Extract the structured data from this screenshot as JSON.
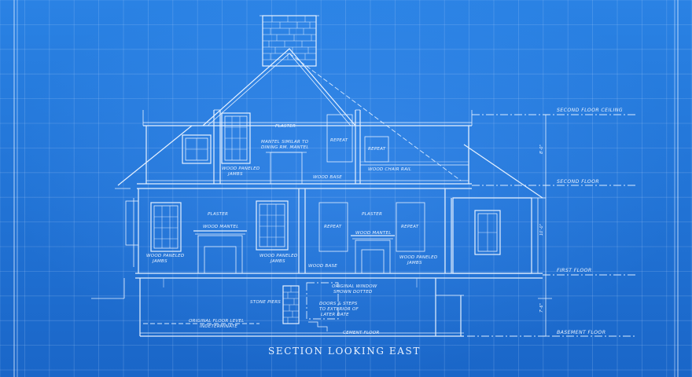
{
  "caption": "SECTION LOOKING EAST",
  "levels": {
    "second_floor_ceiling": "SECOND FLOOR CEILING",
    "second_floor": "SECOND FLOOR",
    "first_floor": "FIRST FLOOR",
    "basement_floor": "BASEMENT FLOOR"
  },
  "dimensions": {
    "upper": "8'-0\"",
    "middle": "10'-0\"",
    "lower": "7'-6\""
  },
  "notes": {
    "plaster_upper": "PLASTER",
    "mantel_similar_1": "MANTEL SIMILAR TO",
    "mantel_similar_2": "DINING RM. MANTEL",
    "repeat_upper": "REPEAT",
    "repeat_upper_small": "REPEAT",
    "wood_paneled_upper_1": "WOOD PANELED",
    "wood_paneled_upper_2": "JAMBS",
    "wood_base_upper": "WOOD BASE",
    "wood_chair_rail": "WOOD CHAIR RAIL",
    "plaster_left": "PLASTER",
    "wood_mantel_left": "WOOD MANTEL",
    "wood_paneled_left_1": "WOOD PANELED",
    "wood_paneled_left_2": "JAMBS",
    "wood_paneled_mid_1": "WOOD PANELED",
    "wood_paneled_mid_2": "JAMBS",
    "wood_base_mid": "WOOD BASE",
    "repeat_mid_left": "REPEAT",
    "plaster_right": "PLASTER",
    "wood_mantel_right": "WOOD MANTEL",
    "repeat_mid_right": "REPEAT",
    "wood_paneled_right_1": "WOOD PANELED",
    "wood_paneled_right_2": "JAMBS",
    "original_window_1": "ORIGINAL WINDOW",
    "original_window_2": "SHOWN DOTTED",
    "stone_piers": "STONE PIERS",
    "doors_steps_1": "DOORS & STEPS",
    "doors_steps_2": "TO EXTERIOR OF",
    "doors_steps_3": "LATER DATE",
    "orig_floor_1": "ORIGINAL FLOOR LEVEL",
    "orig_floor_2": "INDETERMINATE",
    "cement_floor": "CEMENT FLOOR"
  }
}
